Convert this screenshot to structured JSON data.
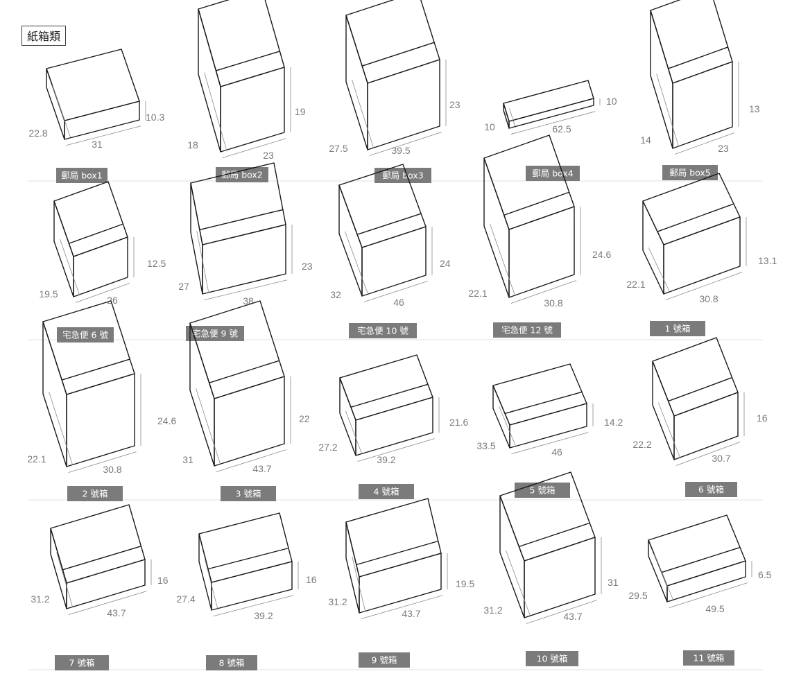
{
  "title": "紙箱類",
  "colors": {
    "label_bg": "#7b7b7b",
    "dimension": "#7a7a7a",
    "outline": "#1a1a1a"
  },
  "boxes": [
    {
      "label": "郵局 box1",
      "dims": {
        "width": "31",
        "depth": "22.8",
        "height": "10.3"
      }
    },
    {
      "label": "郵局 box2",
      "dims": {
        "width": "23",
        "depth": "18",
        "height": "19"
      }
    },
    {
      "label": "郵局 box3",
      "dims": {
        "width": "39.5",
        "depth": "27.5",
        "height": "23"
      }
    },
    {
      "label": "郵局 box4",
      "dims": {
        "width": "62.5",
        "depth": "10",
        "height": "10"
      }
    },
    {
      "label": "郵局 box5",
      "dims": {
        "width": "23",
        "depth": "14",
        "height": "13"
      }
    },
    {
      "label": "宅急便 6 號",
      "dims": {
        "width": "26",
        "depth": "19.5",
        "height": "12.5"
      }
    },
    {
      "label": "宅急便 9 號",
      "dims": {
        "width": "38",
        "depth": "27",
        "height": "23"
      }
    },
    {
      "label": "宅急便 10 號",
      "dims": {
        "width": "46",
        "depth": "32",
        "height": "24"
      }
    },
    {
      "label": "宅急便 12 號",
      "dims": {
        "width": "30.8",
        "depth": "22.1",
        "height": "24.6"
      }
    },
    {
      "label": "1 號箱",
      "dims": {
        "width": "30.8",
        "depth": "22.1",
        "height": "13.1"
      }
    },
    {
      "label": "2 號箱",
      "dims": {
        "width": "30.8",
        "depth": "22.1",
        "height": "24.6"
      }
    },
    {
      "label": "3 號箱",
      "dims": {
        "width": "43.7",
        "depth": "31",
        "height": "22"
      }
    },
    {
      "label": "4 號箱",
      "dims": {
        "width": "39.2",
        "depth": "27.2",
        "height": "21.6"
      }
    },
    {
      "label": "5 號箱",
      "dims": {
        "width": "46",
        "depth": "33.5",
        "height": "14.2"
      }
    },
    {
      "label": "6 號箱",
      "dims": {
        "width": "30.7",
        "depth": "22.2",
        "height": "16"
      }
    },
    {
      "label": "7 號箱",
      "dims": {
        "width": "43.7",
        "depth": "31.2",
        "height": "16"
      }
    },
    {
      "label": "8 號箱",
      "dims": {
        "width": "39.2",
        "depth": "27.4",
        "height": "16"
      }
    },
    {
      "label": "9 號箱",
      "dims": {
        "width": "43.7",
        "depth": "31.2",
        "height": "19.5"
      }
    },
    {
      "label": "10 號箱",
      "dims": {
        "width": "43.7",
        "depth": "31.2",
        "height": "31"
      }
    },
    {
      "label": "11 號箱",
      "dims": {
        "width": "49.5",
        "depth": "29.5",
        "height": "6.5"
      }
    }
  ]
}
